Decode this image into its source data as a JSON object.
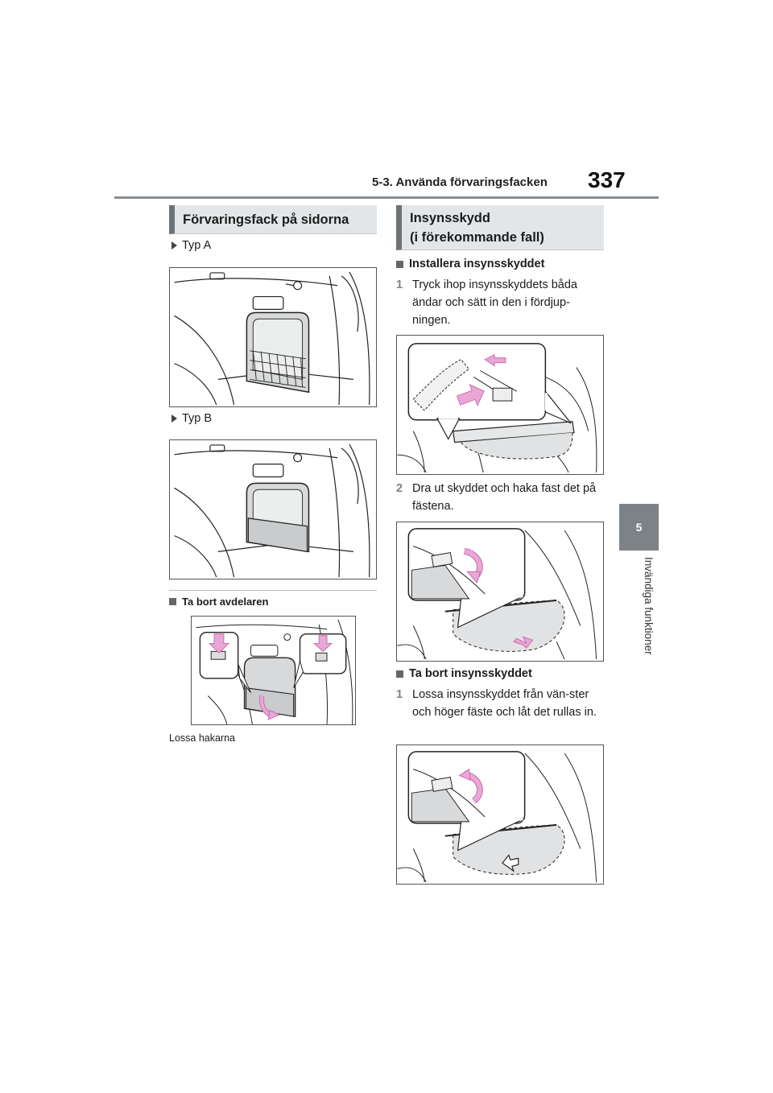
{
  "header": {
    "section": "5-3. Använda förvaringsfacken",
    "page_number": "337"
  },
  "chapter": {
    "number": "5",
    "title": "Invändiga funktioner"
  },
  "left": {
    "section_title": "Förvaringsfack på sidorna",
    "type_a": "Typ A",
    "type_b": "Typ B",
    "remove_heading": "Ta bort avdelaren",
    "remove_caption": "Lossa hakarna"
  },
  "right": {
    "section_title_line1": "Insynsskydd",
    "section_title_line2": "(i förekommande fall)",
    "install_heading": "Installera insynsskyddet",
    "step1_num": "1",
    "step1_text": "Tryck ihop insynsskyddets båda ändar och sätt in den i fördjup-ningen.",
    "step2_num": "2",
    "step2_text": "Dra ut skyddet och haka fast det på fästena.",
    "remove_heading": "Ta bort insynsskyddet",
    "step3_num": "1",
    "step3_text": "Lossa insynsskyddet från vän-ster och höger fäste och låt det rullas in."
  },
  "colors": {
    "arrow_pink": "#e9a6d6",
    "tab_gray": "#7d8286",
    "title_bg": "#e3e6e8"
  }
}
